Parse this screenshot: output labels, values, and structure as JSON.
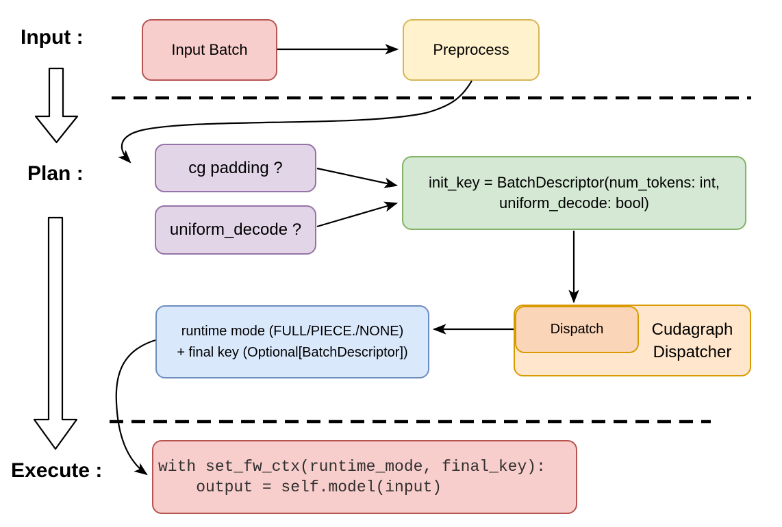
{
  "figure": {
    "stages": {
      "input_label": "Input :",
      "plan_label": "Plan :",
      "execute_label": "Execute :"
    },
    "nodes": {
      "input_batch": {
        "label": "Input Batch",
        "fill": "#F8CECC",
        "stroke": "#B85450"
      },
      "preprocess": {
        "label": "Preprocess",
        "fill": "#FFF2CC",
        "stroke": "#D6B656"
      },
      "cg_padding": {
        "label": "cg padding ?",
        "fill": "#E1D5E7",
        "stroke": "#9673A6"
      },
      "uniform_decode": {
        "label": "uniform_decode ?",
        "fill": "#E1D5E7",
        "stroke": "#9673A6"
      },
      "init_key": {
        "line1": "init_key = BatchDescriptor(num_tokens: int,",
        "line2": "uniform_decode: bool)",
        "fill": "#D5E8D4",
        "stroke": "#82B366"
      },
      "cudagraph_dispatcher": {
        "label": "Cudagraph Dispatcher",
        "fill": "#FFE6CC",
        "stroke": "#D79B00"
      },
      "dispatch": {
        "label": "Dispatch",
        "fill": "#FBD5B8",
        "stroke": "#D79B00"
      },
      "runtime_result": {
        "line1": "runtime mode (FULL/PIECE./NONE)",
        "line2": "+ final key (Optional[BatchDescriptor])",
        "fill": "#DAE8FC",
        "stroke": "#6C8EBF"
      },
      "execute_code": {
        "line1": "with set_fw_ctx(runtime_mode, final_key):",
        "line2": "    output = self.model(input)",
        "fill": "#F8CECC",
        "stroke": "#B85450"
      }
    },
    "separators": {
      "style": "dashed",
      "color": "#000000"
    }
  }
}
